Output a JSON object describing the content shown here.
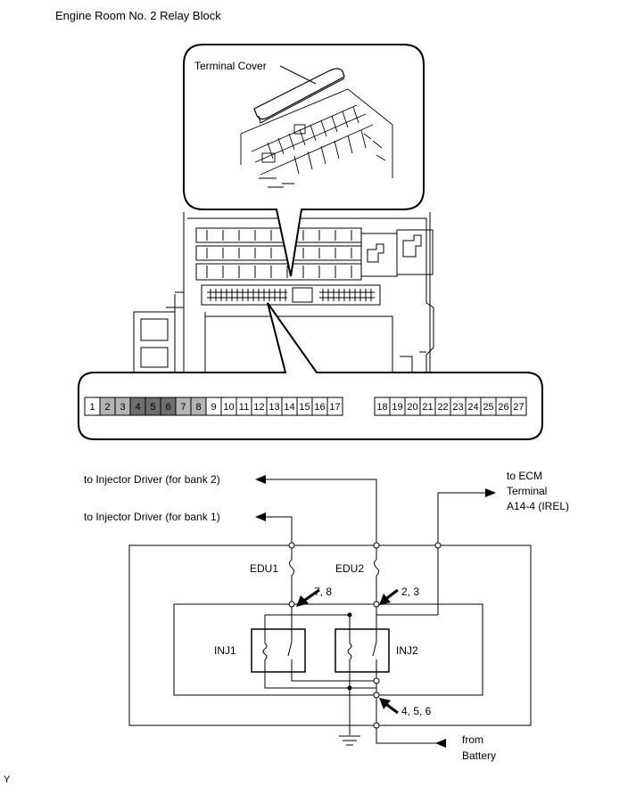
{
  "title": "Engine Room No. 2 Relay Block",
  "terminal_cover_label": "Terminal Cover",
  "connector": {
    "pins_left": [
      {
        "n": "1",
        "shade": "#ffffff"
      },
      {
        "n": "2",
        "shade": "#b4b4b4"
      },
      {
        "n": "3",
        "shade": "#b4b4b4"
      },
      {
        "n": "4",
        "shade": "#6e6e6e"
      },
      {
        "n": "5",
        "shade": "#6e6e6e"
      },
      {
        "n": "6",
        "shade": "#6e6e6e"
      },
      {
        "n": "7",
        "shade": "#b4b4b4"
      },
      {
        "n": "8",
        "shade": "#b4b4b4"
      },
      {
        "n": "9",
        "shade": "#ffffff"
      },
      {
        "n": "10",
        "shade": "#ffffff"
      },
      {
        "n": "11",
        "shade": "#ffffff"
      },
      {
        "n": "12",
        "shade": "#ffffff"
      },
      {
        "n": "13",
        "shade": "#ffffff"
      },
      {
        "n": "14",
        "shade": "#ffffff"
      },
      {
        "n": "15",
        "shade": "#ffffff"
      },
      {
        "n": "16",
        "shade": "#ffffff"
      },
      {
        "n": "17",
        "shade": "#ffffff"
      }
    ],
    "pins_right": [
      "18",
      "19",
      "20",
      "21",
      "22",
      "23",
      "24",
      "25",
      "26",
      "27"
    ]
  },
  "circuit": {
    "bank2": "to Injector Driver (for bank 2)",
    "bank1": "to Injector Driver (for bank 1)",
    "ecm_line1": "to ECM",
    "ecm_line2": "Terminal",
    "ecm_line3": "A14-4 (IREL)",
    "edu1": "EDU1",
    "edu2": "EDU2",
    "pins_78": "7, 8",
    "pins_23": "2, 3",
    "pins_456": "4, 5, 6",
    "inj1": "INJ1",
    "inj2": "INJ2",
    "from_line1": "from",
    "from_line2": "Battery"
  },
  "footer_code": "Y"
}
